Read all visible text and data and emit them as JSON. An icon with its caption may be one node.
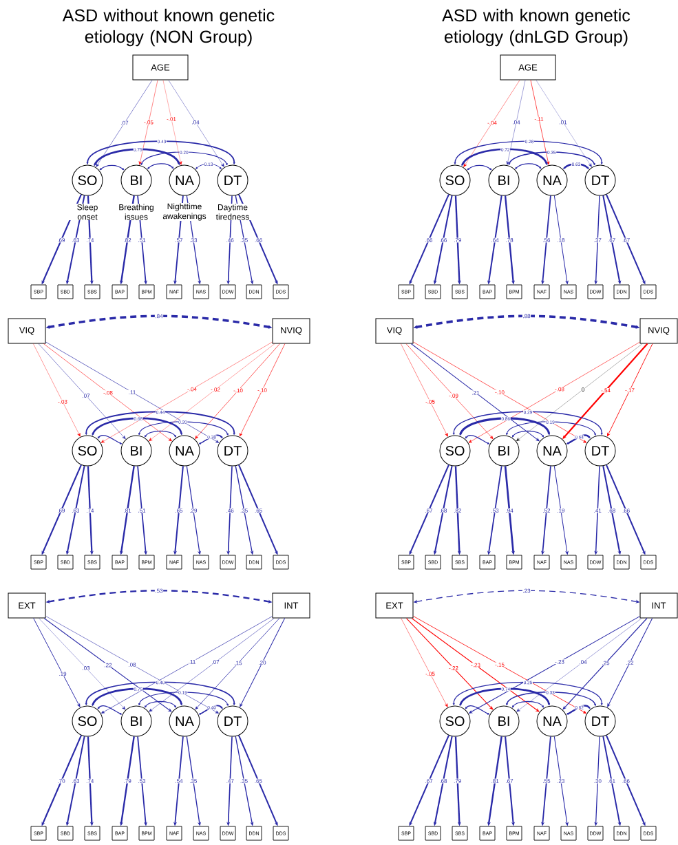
{
  "diagram": {
    "nodes": [
      {
        "text": [
          "AGE"
        ]
      },
      {
        "text": [
          "SO"
        ],
        "beside": [
          "Sleep onset"
        ]
      },
      {
        "text": [
          "BI"
        ],
        "beside": [
          "Breathing issues"
        ]
      },
      {
        "text": [
          "NA"
        ],
        "beside": [
          "Nighttime awakenings"
        ]
      },
      {
        "text": [
          "DT"
        ],
        "beside": [
          "Daytime tiredness"
        ]
      },
      {
        "text": [
          "SBP"
        ]
      },
      {
        "text": [
          "SBD"
        ]
      },
      {
        "text": [
          "SBS"
        ]
      },
      {
        "text": [
          "BAP"
        ]
      },
      {
        "text": [
          "BPM"
        ]
      },
      {
        "text": [
          "NAF"
        ]
      },
      {
        "text": [
          "NAS"
        ]
      },
      {
        "text": [
          "DDW"
        ]
      },
      {
        "text": [
          "DDN"
        ]
      },
      {
        "text": [
          "DDS"
        ]
      },
      {
        "text": [
          "AGE"
        ]
      },
      {
        "text": [
          "SO"
        ]
      },
      {
        "text": [
          "BI"
        ]
      },
      {
        "text": [
          "NA"
        ]
      },
      {
        "text": [
          "DT"
        ]
      },
      {
        "text": [
          "SBP"
        ]
      },
      {
        "text": [
          "SBD"
        ]
      },
      {
        "text": [
          "SBS"
        ]
      },
      {
        "text": [
          "BAP"
        ]
      },
      {
        "text": [
          "BPM"
        ]
      },
      {
        "text": [
          "NAF"
        ]
      },
      {
        "text": [
          "NAS"
        ]
      },
      {
        "text": [
          "DDW"
        ]
      },
      {
        "text": [
          "DDN"
        ]
      },
      {
        "text": [
          "DDS"
        ]
      },
      {
        "text": [
          "VIQ"
        ]
      },
      {
        "text": [
          "NVIQ"
        ]
      },
      {
        "text": [
          "SO"
        ]
      },
      {
        "text": [
          "BI"
        ]
      },
      {
        "text": [
          "NA"
        ]
      },
      {
        "text": [
          "DT"
        ]
      },
      {
        "text": [
          "SBP"
        ]
      },
      {
        "text": [
          "SBD"
        ]
      },
      {
        "text": [
          "SBS"
        ]
      },
      {
        "text": [
          "BAP"
        ]
      },
      {
        "text": [
          "BPM"
        ]
      },
      {
        "text": [
          "NAF"
        ]
      },
      {
        "text": [
          "NAS"
        ]
      },
      {
        "text": [
          "DDW"
        ]
      },
      {
        "text": [
          "DDN"
        ]
      },
      {
        "text": [
          "DDS"
        ]
      },
      {
        "text": [
          "VIQ"
        ]
      },
      {
        "text": [
          "NVIQ"
        ]
      },
      {
        "text": [
          "SO"
        ]
      },
      {
        "text": [
          "BI"
        ]
      },
      {
        "text": [
          "NA"
        ]
      },
      {
        "text": [
          "DT"
        ]
      },
      {
        "text": [
          "SBP"
        ]
      },
      {
        "text": [
          "SBD"
        ]
      },
      {
        "text": [
          "SBS"
        ]
      },
      {
        "text": [
          "BAP"
        ]
      },
      {
        "text": [
          "BPM"
        ]
      },
      {
        "text": [
          "NAF"
        ]
      },
      {
        "text": [
          "NAS"
        ]
      },
      {
        "text": [
          "DDW"
        ]
      },
      {
        "text": [
          "DDN"
        ]
      },
      {
        "text": [
          "DDS"
        ]
      },
      {
        "text": [
          "EXT"
        ]
      },
      {
        "text": [
          "INT"
        ]
      },
      {
        "text": [
          "SO"
        ]
      },
      {
        "text": [
          "BI"
        ]
      },
      {
        "text": [
          "NA"
        ]
      },
      {
        "text": [
          "DT"
        ]
      },
      {
        "text": [
          "SBP"
        ]
      },
      {
        "text": [
          "SBD"
        ]
      },
      {
        "text": [
          "SBS"
        ]
      },
      {
        "text": [
          "BAP"
        ]
      },
      {
        "text": [
          "BPM"
        ]
      },
      {
        "text": [
          "NAF"
        ]
      },
      {
        "text": [
          "NAS"
        ]
      },
      {
        "text": [
          "DDW"
        ]
      },
      {
        "text": [
          "DDN"
        ]
      },
      {
        "text": [
          "DDS"
        ]
      },
      {
        "text": [
          "EXT"
        ]
      },
      {
        "text": [
          "INT"
        ]
      },
      {
        "text": [
          "SO"
        ]
      },
      {
        "text": [
          "BI"
        ]
      },
      {
        "text": [
          "NA"
        ]
      },
      {
        "text": [
          "DT"
        ]
      },
      {
        "text": [
          "SBP"
        ]
      },
      {
        "text": [
          "SBD"
        ]
      },
      {
        "text": [
          "SBS"
        ]
      },
      {
        "text": [
          "BAP"
        ]
      },
      {
        "text": [
          "BPM"
        ]
      },
      {
        "text": [
          "NAF"
        ]
      },
      {
        "text": [
          "NAS"
        ]
      },
      {
        "text": [
          "DDW"
        ]
      },
      {
        "text": [
          "DDN"
        ]
      },
      {
        "text": [
          "DDS"
        ]
      }
    ],
    "edges": [
      {
        "from": 0,
        "to": 1,
        "arrow": "to",
        "label": ".07"
      },
      {
        "from": 0,
        "to": 2,
        "arrow": "to",
        "label": "-.05",
        "color": "#ff0000"
      },
      {
        "from": 0,
        "to": 3,
        "arrow": "to",
        "label": "-.01",
        "color": "#ff0000"
      },
      {
        "from": 0,
        "to": 4,
        "arrow": "to",
        "label": ".04"
      },
      {
        "from": 1,
        "to": 2,
        "arrow": "both"
      },
      {
        "from": 1,
        "to": 3,
        "arrow": "both",
        "label": "0.75"
      },
      {
        "from": 1,
        "to": 4,
        "arrow": "both",
        "label": "0.43"
      },
      {
        "from": 2,
        "to": 3,
        "arrow": "both"
      },
      {
        "from": 2,
        "to": 4,
        "arrow": "both",
        "label": "0.20"
      },
      {
        "from": 3,
        "to": 4,
        "arrow": "both",
        "label": "0.13"
      },
      {
        "from": 1,
        "to": 5,
        "arrow": "to",
        "label": ".69"
      },
      {
        "from": 1,
        "to": 6,
        "arrow": "to",
        "label": ".63"
      },
      {
        "from": 1,
        "to": 7,
        "arrow": "to",
        "label": ".74"
      },
      {
        "from": 2,
        "to": 8,
        "arrow": "to",
        "label": ".82"
      },
      {
        "from": 2,
        "to": 9,
        "arrow": "to",
        "label": ".51"
      },
      {
        "from": 3,
        "to": 10,
        "arrow": "to",
        "label": ".57"
      },
      {
        "from": 3,
        "to": 11,
        "arrow": "to",
        "label": ".33"
      },
      {
        "from": 4,
        "to": 12,
        "arrow": "to",
        "label": ".46"
      },
      {
        "from": 4,
        "to": 13,
        "arrow": "to",
        "label": ".35"
      },
      {
        "from": 4,
        "to": 14,
        "arrow": "to",
        "label": ".66"
      },
      {
        "from": 15,
        "to": 16,
        "arrow": "to",
        "label": "-.04",
        "color": "#ff0000"
      },
      {
        "from": 15,
        "to": 17,
        "arrow": "to",
        "label": ".04"
      },
      {
        "from": 15,
        "to": 18,
        "arrow": "to",
        "label": "-.11",
        "color": "#ff0000"
      },
      {
        "from": 15,
        "to": 19,
        "arrow": "to",
        "label": ".01"
      },
      {
        "from": 16,
        "to": 17,
        "arrow": "both"
      },
      {
        "from": 16,
        "to": 18,
        "arrow": "both",
        "label": "0.72"
      },
      {
        "from": 16,
        "to": 19,
        "arrow": "both",
        "label": "0.28"
      },
      {
        "from": 17,
        "to": 18,
        "arrow": "both"
      },
      {
        "from": 17,
        "to": 19,
        "arrow": "both",
        "label": "0.35"
      },
      {
        "from": 18,
        "to": 19,
        "arrow": "both",
        "label": "0.63"
      },
      {
        "from": 16,
        "to": 20,
        "arrow": "to",
        "label": ".66"
      },
      {
        "from": 16,
        "to": 21,
        "arrow": "to",
        "label": ".66"
      },
      {
        "from": 16,
        "to": 22,
        "arrow": "to",
        "label": ".79"
      },
      {
        "from": 17,
        "to": 23,
        "arrow": "to",
        "label": ".64"
      },
      {
        "from": 17,
        "to": 24,
        "arrow": "to",
        "label": ".78"
      },
      {
        "from": 18,
        "to": 25,
        "arrow": "to",
        "label": ".56"
      },
      {
        "from": 18,
        "to": 26,
        "arrow": "to",
        "label": ".18"
      },
      {
        "from": 19,
        "to": 27,
        "arrow": "to",
        "label": ".37"
      },
      {
        "from": 19,
        "to": 28,
        "arrow": "to",
        "label": ".67"
      },
      {
        "from": 19,
        "to": 29,
        "arrow": "to",
        "label": ".67"
      },
      {
        "from": 30,
        "to": 32,
        "arrow": "to",
        "label": "-.03",
        "color": "#ff0000"
      },
      {
        "from": 30,
        "to": 33,
        "arrow": "to",
        "label": ".07"
      },
      {
        "from": 30,
        "to": 34,
        "arrow": "to",
        "label": "-.08",
        "color": "#ff0000"
      },
      {
        "from": 30,
        "to": 35,
        "arrow": "to",
        "label": ".11"
      },
      {
        "from": 31,
        "to": 32,
        "arrow": "to",
        "label": "-.04",
        "color": "#ff0000"
      },
      {
        "from": 31,
        "to": 33,
        "arrow": "to",
        "label": "-.02",
        "color": "#ff0000"
      },
      {
        "from": 31,
        "to": 34,
        "arrow": "to",
        "label": "-.10",
        "color": "#ff0000"
      },
      {
        "from": 31,
        "to": 35,
        "arrow": "to",
        "label": "-.10",
        "color": "#ff0000"
      },
      {
        "from": 30,
        "to": 31,
        "arrow": "both",
        "label": ".84",
        "style": "dashed"
      },
      {
        "from": 32,
        "to": 33,
        "arrow": "both"
      },
      {
        "from": 32,
        "to": 34,
        "arrow": "both",
        "label": "0.68"
      },
      {
        "from": 32,
        "to": 35,
        "arrow": "both",
        "label": "0.44"
      },
      {
        "from": 33,
        "to": 34,
        "arrow": "both"
      },
      {
        "from": 33,
        "to": 35,
        "arrow": "both",
        "label": "0.20"
      },
      {
        "from": 34,
        "to": 35,
        "arrow": "both",
        "label": "0.38"
      },
      {
        "from": 32,
        "to": 36,
        "arrow": "to",
        "label": ".69"
      },
      {
        "from": 32,
        "to": 37,
        "arrow": "to",
        "label": ".63"
      },
      {
        "from": 32,
        "to": 38,
        "arrow": "to",
        "label": ".74"
      },
      {
        "from": 33,
        "to": 39,
        "arrow": "to",
        "label": ".81"
      },
      {
        "from": 33,
        "to": 40,
        "arrow": "to",
        "label": ".51"
      },
      {
        "from": 34,
        "to": 41,
        "arrow": "to",
        "label": ".65"
      },
      {
        "from": 34,
        "to": 42,
        "arrow": "to",
        "label": ".29"
      },
      {
        "from": 35,
        "to": 43,
        "arrow": "to",
        "label": ".46"
      },
      {
        "from": 35,
        "to": 44,
        "arrow": "to",
        "label": ".35"
      },
      {
        "from": 35,
        "to": 45,
        "arrow": "to",
        "label": ".65"
      },
      {
        "from": 46,
        "to": 48,
        "arrow": "to",
        "label": "-.05",
        "color": "#ff0000"
      },
      {
        "from": 46,
        "to": 49,
        "arrow": "to",
        "label": "-.09",
        "color": "#ff0000"
      },
      {
        "from": 46,
        "to": 50,
        "arrow": "to",
        "label": ".21"
      },
      {
        "from": 46,
        "to": 51,
        "arrow": "to",
        "label": "-.10",
        "color": "#ff0000"
      },
      {
        "from": 47,
        "to": 48,
        "arrow": "to",
        "label": "-.08",
        "color": "#ff0000"
      },
      {
        "from": 47,
        "to": 49,
        "arrow": "to",
        "label": "0",
        "color": "#000000"
      },
      {
        "from": 47,
        "to": 50,
        "arrow": "to",
        "label": "-.54",
        "color": "#ff0000"
      },
      {
        "from": 47,
        "to": 51,
        "arrow": "to",
        "label": "-.17",
        "color": "#ff0000"
      },
      {
        "from": 46,
        "to": 47,
        "arrow": "both",
        "label": ".88",
        "style": "dashed"
      },
      {
        "from": 48,
        "to": 49,
        "arrow": "both"
      },
      {
        "from": 48,
        "to": 50,
        "arrow": "both",
        "label": "0.86"
      },
      {
        "from": 48,
        "to": 51,
        "arrow": "both",
        "label": "0.29"
      },
      {
        "from": 49,
        "to": 50,
        "arrow": "both"
      },
      {
        "from": 49,
        "to": 51,
        "arrow": "both",
        "label": "0.19"
      },
      {
        "from": 50,
        "to": 51,
        "arrow": "both",
        "label": "0.64"
      },
      {
        "from": 48,
        "to": 52,
        "arrow": "to",
        "label": ".67"
      },
      {
        "from": 48,
        "to": 53,
        "arrow": "to",
        "label": ".68"
      },
      {
        "from": 48,
        "to": 54,
        "arrow": "to",
        "label": ".82"
      },
      {
        "from": 49,
        "to": 55,
        "arrow": "to",
        "label": ".53"
      },
      {
        "from": 49,
        "to": 56,
        "arrow": "to",
        "label": ".94"
      },
      {
        "from": 50,
        "to": 57,
        "arrow": "to",
        "label": ".52"
      },
      {
        "from": 50,
        "to": 58,
        "arrow": "to",
        "label": ".19"
      },
      {
        "from": 51,
        "to": 59,
        "arrow": "to",
        "label": ".41"
      },
      {
        "from": 51,
        "to": 60,
        "arrow": "to",
        "label": ".68"
      },
      {
        "from": 51,
        "to": 61,
        "arrow": "to",
        "label": ".66"
      },
      {
        "from": 62,
        "to": 64,
        "arrow": "to",
        "label": ".19"
      },
      {
        "from": 62,
        "to": 65,
        "arrow": "to",
        "label": ".03"
      },
      {
        "from": 62,
        "to": 66,
        "arrow": "to",
        "label": ".22"
      },
      {
        "from": 62,
        "to": 67,
        "arrow": "to",
        "label": ".08"
      },
      {
        "from": 63,
        "to": 64,
        "arrow": "to",
        "label": ".11"
      },
      {
        "from": 63,
        "to": 65,
        "arrow": "to",
        "label": ".07"
      },
      {
        "from": 63,
        "to": 66,
        "arrow": "to",
        "label": ".15"
      },
      {
        "from": 63,
        "to": 67,
        "arrow": "to",
        "label": ".20"
      },
      {
        "from": 62,
        "to": 63,
        "arrow": "both",
        "label": ".53",
        "style": "dashed"
      },
      {
        "from": 64,
        "to": 65,
        "arrow": "both"
      },
      {
        "from": 64,
        "to": 66,
        "arrow": "both",
        "label": "0.75"
      },
      {
        "from": 64,
        "to": 67,
        "arrow": "both",
        "label": "0.40"
      },
      {
        "from": 65,
        "to": 66,
        "arrow": "both"
      },
      {
        "from": 65,
        "to": 67,
        "arrow": "both",
        "label": "0.19"
      },
      {
        "from": 66,
        "to": 67,
        "arrow": "both",
        "label": "0.40"
      },
      {
        "from": 64,
        "to": 68,
        "arrow": "to",
        "label": ".70"
      },
      {
        "from": 64,
        "to": 69,
        "arrow": "to",
        "label": ".63"
      },
      {
        "from": 64,
        "to": 70,
        "arrow": "to",
        "label": ".74"
      },
      {
        "from": 65,
        "to": 71,
        "arrow": "to",
        "label": ".79"
      },
      {
        "from": 65,
        "to": 72,
        "arrow": "to",
        "label": ".53"
      },
      {
        "from": 66,
        "to": 73,
        "arrow": "to",
        "label": ".54"
      },
      {
        "from": 66,
        "to": 74,
        "arrow": "to",
        "label": ".35"
      },
      {
        "from": 67,
        "to": 75,
        "arrow": "to",
        "label": ".47"
      },
      {
        "from": 67,
        "to": 76,
        "arrow": "to",
        "label": ".35"
      },
      {
        "from": 67,
        "to": 77,
        "arrow": "to",
        "label": ".65"
      },
      {
        "from": 78,
        "to": 80,
        "arrow": "to",
        "label": "-.05",
        "color": "#ff0000"
      },
      {
        "from": 78,
        "to": 81,
        "arrow": "to",
        "label": "-.22",
        "color": "#ff0000"
      },
      {
        "from": 78,
        "to": 82,
        "arrow": "to",
        "label": "-.23",
        "color": "#ff0000"
      },
      {
        "from": 78,
        "to": 83,
        "arrow": "to",
        "label": "-.15",
        "color": "#ff0000"
      },
      {
        "from": 79,
        "to": 80,
        "arrow": "to",
        "label": "-.23"
      },
      {
        "from": 79,
        "to": 81,
        "arrow": "to",
        "label": ".04"
      },
      {
        "from": 79,
        "to": 82,
        "arrow": "to",
        "label": ".25"
      },
      {
        "from": 79,
        "to": 83,
        "arrow": "to",
        "label": ".22"
      },
      {
        "from": 78,
        "to": 79,
        "arrow": "both",
        "label": ".23",
        "style": "dashed"
      },
      {
        "from": 80,
        "to": 81,
        "arrow": "both"
      },
      {
        "from": 80,
        "to": 82,
        "arrow": "both",
        "label": "0.74"
      },
      {
        "from": 80,
        "to": 83,
        "arrow": "both",
        "label": "0.25"
      },
      {
        "from": 81,
        "to": 82,
        "arrow": "both"
      },
      {
        "from": 81,
        "to": 83,
        "arrow": "both",
        "label": "0.33"
      },
      {
        "from": 82,
        "to": 83,
        "arrow": "both",
        "label": "0.62"
      },
      {
        "from": 80,
        "to": 84,
        "arrow": "to",
        "label": ".67"
      },
      {
        "from": 80,
        "to": 85,
        "arrow": "to",
        "label": ".68"
      },
      {
        "from": 80,
        "to": 86,
        "arrow": "to",
        "label": ".79"
      },
      {
        "from": 81,
        "to": 87,
        "arrow": "to",
        "label": ".81"
      },
      {
        "from": 81,
        "to": 88,
        "arrow": "to",
        "label": ".67"
      },
      {
        "from": 82,
        "to": 89,
        "arrow": "to",
        "label": ".55"
      },
      {
        "from": 82,
        "to": 90,
        "arrow": "to",
        "label": ".23"
      },
      {
        "from": 83,
        "to": 91,
        "arrow": "to",
        "label": ".30"
      },
      {
        "from": 83,
        "to": 92,
        "arrow": "to",
        "label": ".61"
      },
      {
        "from": 83,
        "to": 93,
        "arrow": "to",
        "label": ".66"
      }
    ],
    "labels": [
      "ASD without known genetic etiology (NON Group)",
      "ASD with known genetic etiology (dnLGD Group)"
    ]
  }
}
